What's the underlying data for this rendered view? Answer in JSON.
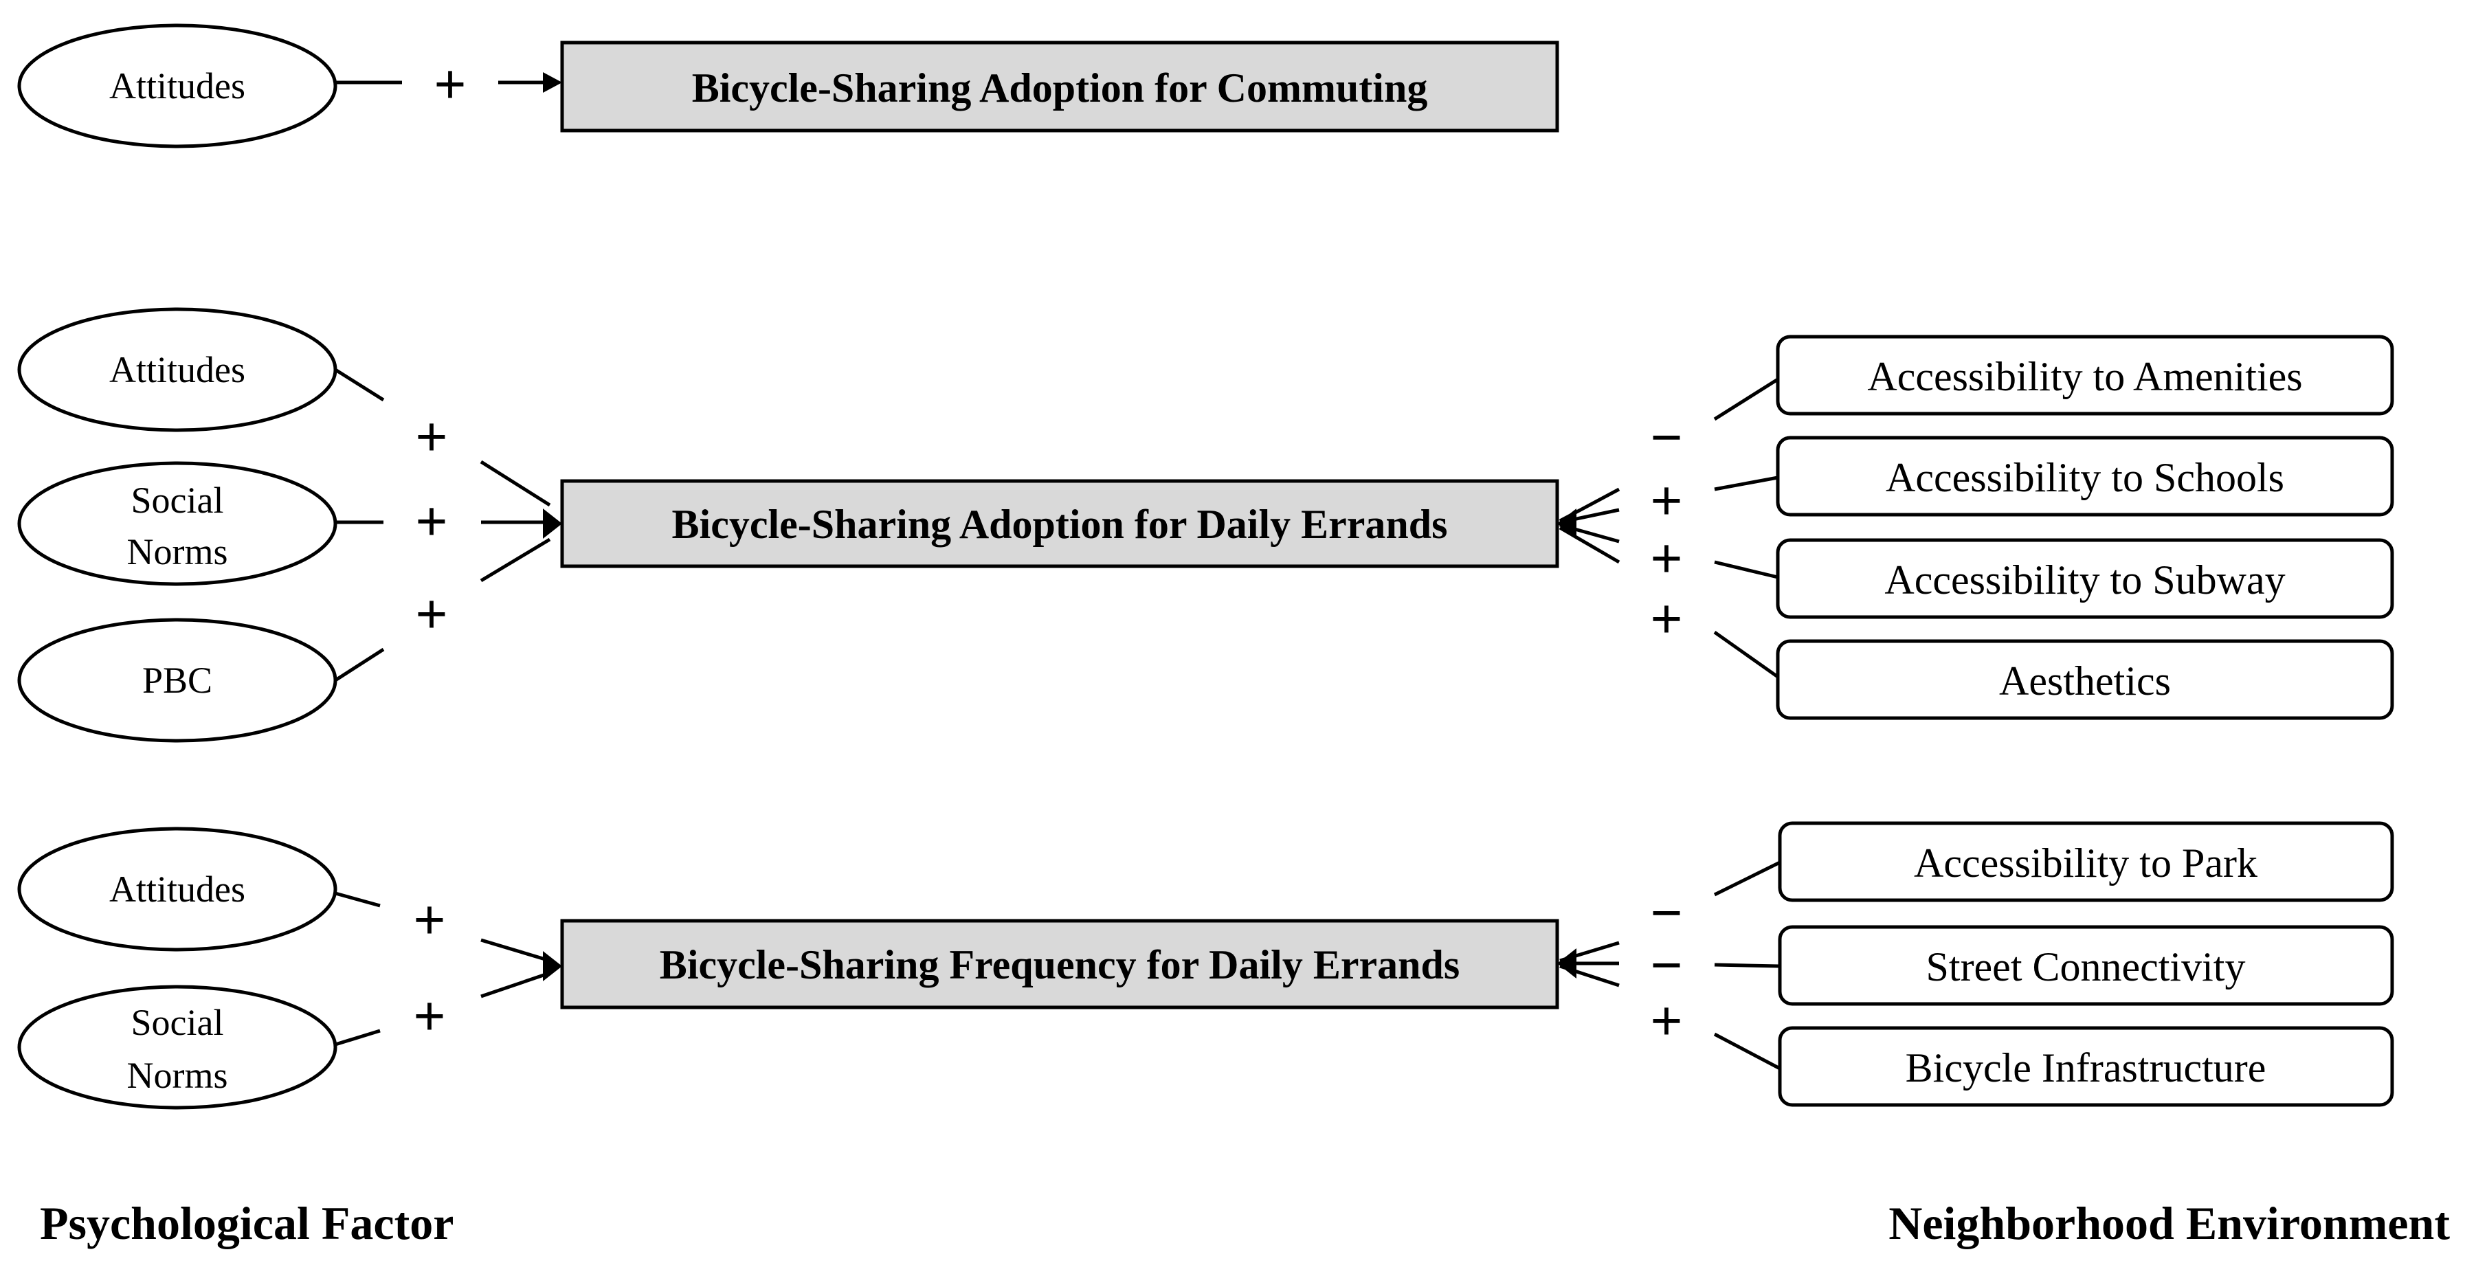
{
  "psych_factors": {
    "commuting": {
      "attitudes": "Attitudes"
    },
    "errands_adoption": {
      "attitudes": "Attitudes",
      "social_norms_line1": "Social",
      "social_norms_line2": "Norms",
      "pbc": "PBC"
    },
    "errands_frequency": {
      "attitudes": "Attitudes",
      "social_norms_line1": "Social",
      "social_norms_line2": "Norms"
    }
  },
  "outcomes": {
    "commuting": "Bicycle-Sharing Adoption for Commuting",
    "errands_adoption": "Bicycle-Sharing Adoption for Daily Errands",
    "errands_frequency": "Bicycle-Sharing Frequency for Daily Errands"
  },
  "environment": {
    "errands_adoption": [
      "Accessibility to Amenities",
      "Accessibility to Schools",
      "Accessibility to Subway",
      "Aesthetics"
    ],
    "errands_frequency": [
      "Accessibility to Park",
      "Street Connectivity",
      "Bicycle Infrastructure"
    ]
  },
  "signs": {
    "commuting": [
      "+"
    ],
    "errands_adoption_psych": [
      "+",
      "+",
      "+"
    ],
    "errands_adoption_env": [
      "−",
      "+",
      "+",
      "+"
    ],
    "errands_frequency_psych": [
      "+",
      "+"
    ],
    "errands_frequency_env": [
      "−",
      "−",
      "+"
    ]
  },
  "footer": {
    "left": "Psychological Factor",
    "right": "Neighborhood Environment"
  }
}
